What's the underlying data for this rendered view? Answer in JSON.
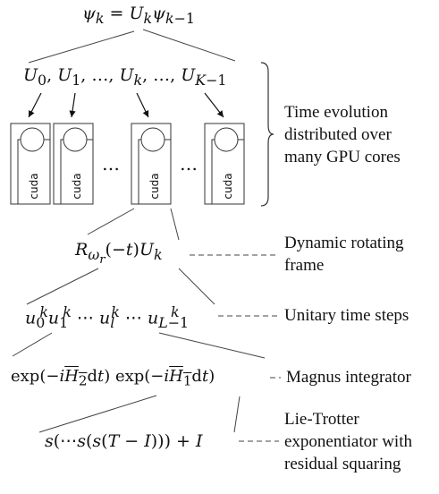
{
  "equations": {
    "top": "ψ_k = U_k ψ_{k−1}",
    "operators": "U_0, U_1, …, U_k, …, U_{K−1}",
    "rotating": "R_{ω_r}(−t) U_k",
    "unitary": "u_0^k u_1^k ⋯ u_l^k ⋯ u_{L−1}^k",
    "magnus": "exp(−i H̄_2 dt) exp(−i H̄_1 dt)",
    "lie": "s(⋯ s(s(T − I))) + I"
  },
  "gpu": {
    "chip_label": "cuda",
    "ellipsis": "…"
  },
  "labels": {
    "time_evolution": [
      "Time evolution",
      "distributed over",
      "many GPU cores"
    ],
    "rotating_frame": [
      "Dynamic rotating",
      "frame"
    ],
    "unitary_steps": [
      "Unitary time steps"
    ],
    "magnus": [
      "Magnus integrator"
    ],
    "lie_trotter": [
      "Lie-Trotter",
      "exponentiator with",
      "residual squaring"
    ]
  }
}
